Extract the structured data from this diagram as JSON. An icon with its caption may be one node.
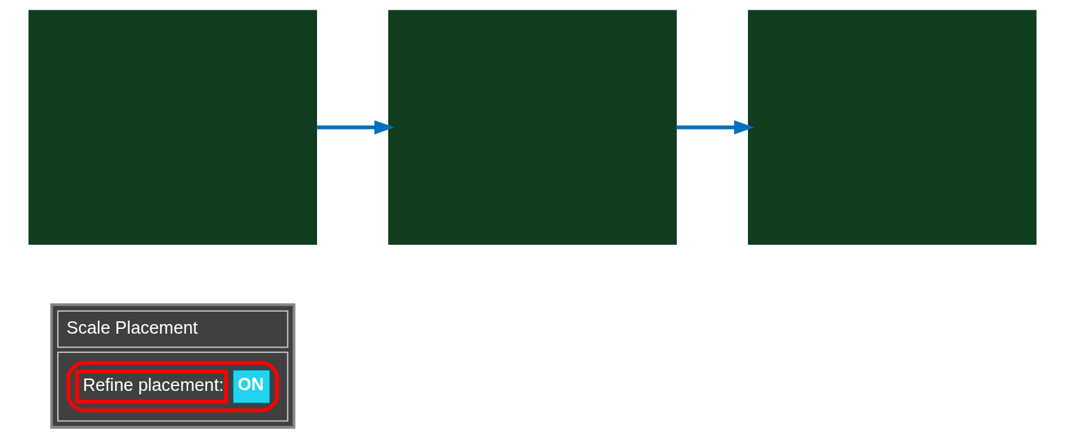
{
  "diagram": {
    "nodes": [
      {
        "text": [
          "Scale Placement",
          "Refine placement:",
          "ON"
        ]
      },
      {
        "text": [],
        "shape": "box"
      },
      {
        "text": [],
        "shape": "box"
      },
      {
        "text": [],
        "shape": "box"
      }
    ],
    "edges": [
      {
        "from": 1,
        "to": 2,
        "arrow": "to"
      },
      {
        "from": 2,
        "to": 3,
        "arrow": "to"
      }
    ]
  }
}
